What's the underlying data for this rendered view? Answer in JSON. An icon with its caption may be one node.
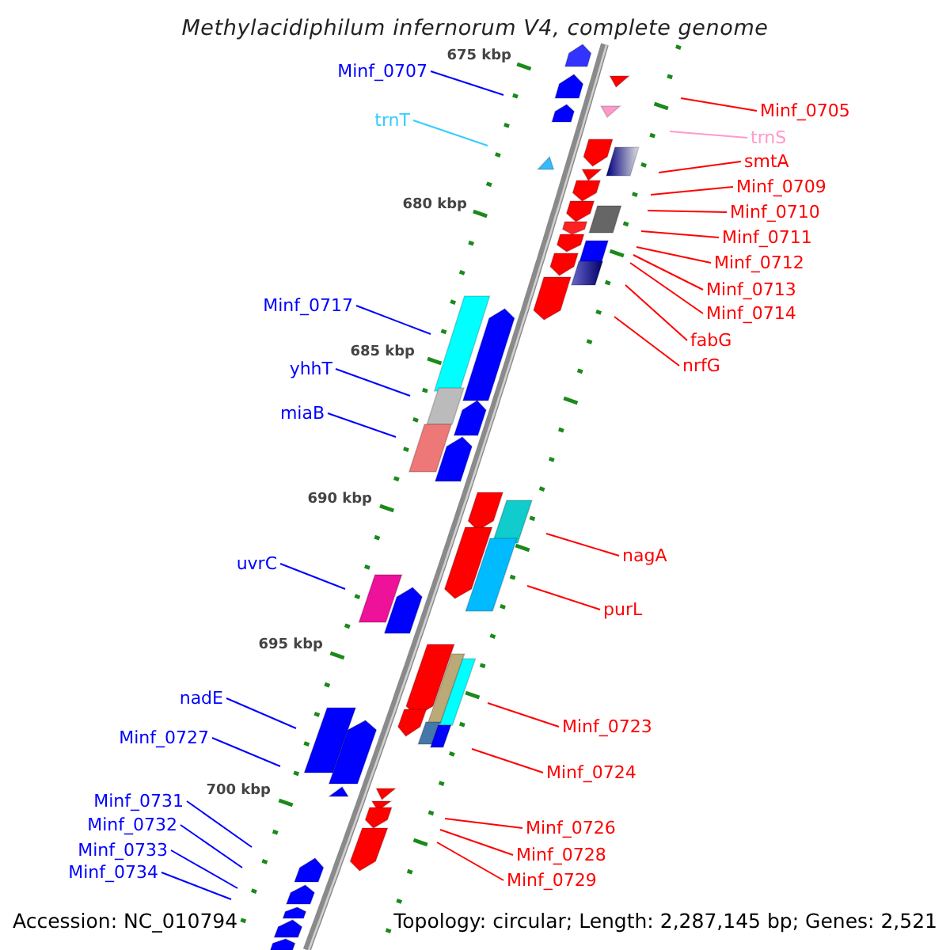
{
  "diagram": {
    "title": "Methylacidiphilum infernorum V4, complete genome",
    "nodes": [
      {
        "text": [
          "Minf_0707"
        ]
      },
      {
        "text": [
          "Minf_0705"
        ]
      },
      {
        "text": [
          "trnT"
        ]
      },
      {
        "text": [
          "trnS"
        ]
      },
      {
        "text": [
          "smtA"
        ]
      },
      {
        "text": [
          "Minf_0709"
        ]
      },
      {
        "text": [
          "Minf_0710"
        ]
      },
      {
        "text": [
          "Minf_0711"
        ]
      },
      {
        "text": [
          "Minf_0712"
        ]
      },
      {
        "text": [
          "Minf_0713"
        ]
      },
      {
        "text": [
          "Minf_0714"
        ]
      },
      {
        "text": [
          "Minf_0717"
        ]
      },
      {
        "text": [
          "fabG"
        ]
      },
      {
        "text": [
          "nrfG"
        ]
      },
      {
        "text": [
          "yhhT"
        ]
      },
      {
        "text": [
          "miaB"
        ]
      },
      {
        "text": [
          "nagA"
        ]
      },
      {
        "text": [
          "uvrC"
        ]
      },
      {
        "text": [
          "purL"
        ]
      },
      {
        "text": [
          "nadE"
        ]
      },
      {
        "text": [
          "Minf_0723"
        ]
      },
      {
        "text": [
          "Minf_0727"
        ]
      },
      {
        "text": [
          "Minf_0724"
        ]
      },
      {
        "text": [
          "Minf_0731"
        ]
      },
      {
        "text": [
          "Minf_0726"
        ]
      },
      {
        "text": [
          "Minf_0732"
        ]
      },
      {
        "text": [
          "Minf_0728"
        ]
      },
      {
        "text": [
          "Minf_0733"
        ]
      },
      {
        "text": [
          "Minf_0729"
        ]
      },
      {
        "text": [
          "Minf_0734"
        ]
      }
    ],
    "edges": [
      {
        "from": 0,
        "to": null,
        "arrow": "none",
        "color": "#0000ff"
      },
      {
        "from": 1,
        "to": null,
        "arrow": "none"
      },
      {
        "from": 2,
        "to": null,
        "arrow": "none",
        "color": "#33ccff"
      },
      {
        "from": 3,
        "to": null,
        "arrow": "none",
        "color": "#ff99cc"
      },
      {
        "from": 4,
        "to": null,
        "arrow": "none"
      },
      {
        "from": 5,
        "to": null,
        "arrow": "none"
      },
      {
        "from": 6,
        "to": null,
        "arrow": "none"
      },
      {
        "from": 7,
        "to": null,
        "arrow": "none"
      },
      {
        "from": 8,
        "to": null,
        "arrow": "none"
      },
      {
        "from": 9,
        "to": null,
        "arrow": "none"
      },
      {
        "from": 10,
        "to": null,
        "arrow": "none"
      },
      {
        "from": 11,
        "to": null,
        "arrow": "none",
        "color": "#0000ff"
      },
      {
        "from": 12,
        "to": null,
        "arrow": "none"
      },
      {
        "from": 13,
        "to": null,
        "arrow": "none"
      },
      {
        "from": 14,
        "to": null,
        "arrow": "none",
        "color": "#0000ff"
      },
      {
        "from": 15,
        "to": null,
        "arrow": "none",
        "color": "#0000ff"
      },
      {
        "from": 16,
        "to": null,
        "arrow": "none"
      },
      {
        "from": 17,
        "to": null,
        "arrow": "none",
        "color": "#0000ff"
      },
      {
        "from": 18,
        "to": null,
        "arrow": "none"
      },
      {
        "from": 19,
        "to": null,
        "arrow": "none",
        "color": "#0000ff"
      },
      {
        "from": 20,
        "to": null,
        "arrow": "none"
      },
      {
        "from": 21,
        "to": null,
        "arrow": "none",
        "color": "#0000ff"
      },
      {
        "from": 22,
        "to": null,
        "arrow": "none"
      },
      {
        "from": 23,
        "to": null,
        "arrow": "none",
        "color": "#0000ff"
      },
      {
        "from": 24,
        "to": null,
        "arrow": "none"
      },
      {
        "from": 25,
        "to": null,
        "arrow": "none",
        "color": "#0000ff"
      },
      {
        "from": 26,
        "to": null,
        "arrow": "none"
      },
      {
        "from": 27,
        "to": null,
        "arrow": "none",
        "color": "#0000ff"
      },
      {
        "from": 28,
        "to": null,
        "arrow": "none"
      },
      {
        "from": 29,
        "to": null,
        "arrow": "none",
        "color": "#0000ff"
      }
    ],
    "labels": [
      "675 kbp",
      "680 kbp",
      "685 kbp",
      "690 kbp",
      "695 kbp",
      "700 kbp",
      "Accession: NC_010794",
      "Topology: circular; Length: 2,287,145 bp; Genes: 2,521"
    ]
  }
}
